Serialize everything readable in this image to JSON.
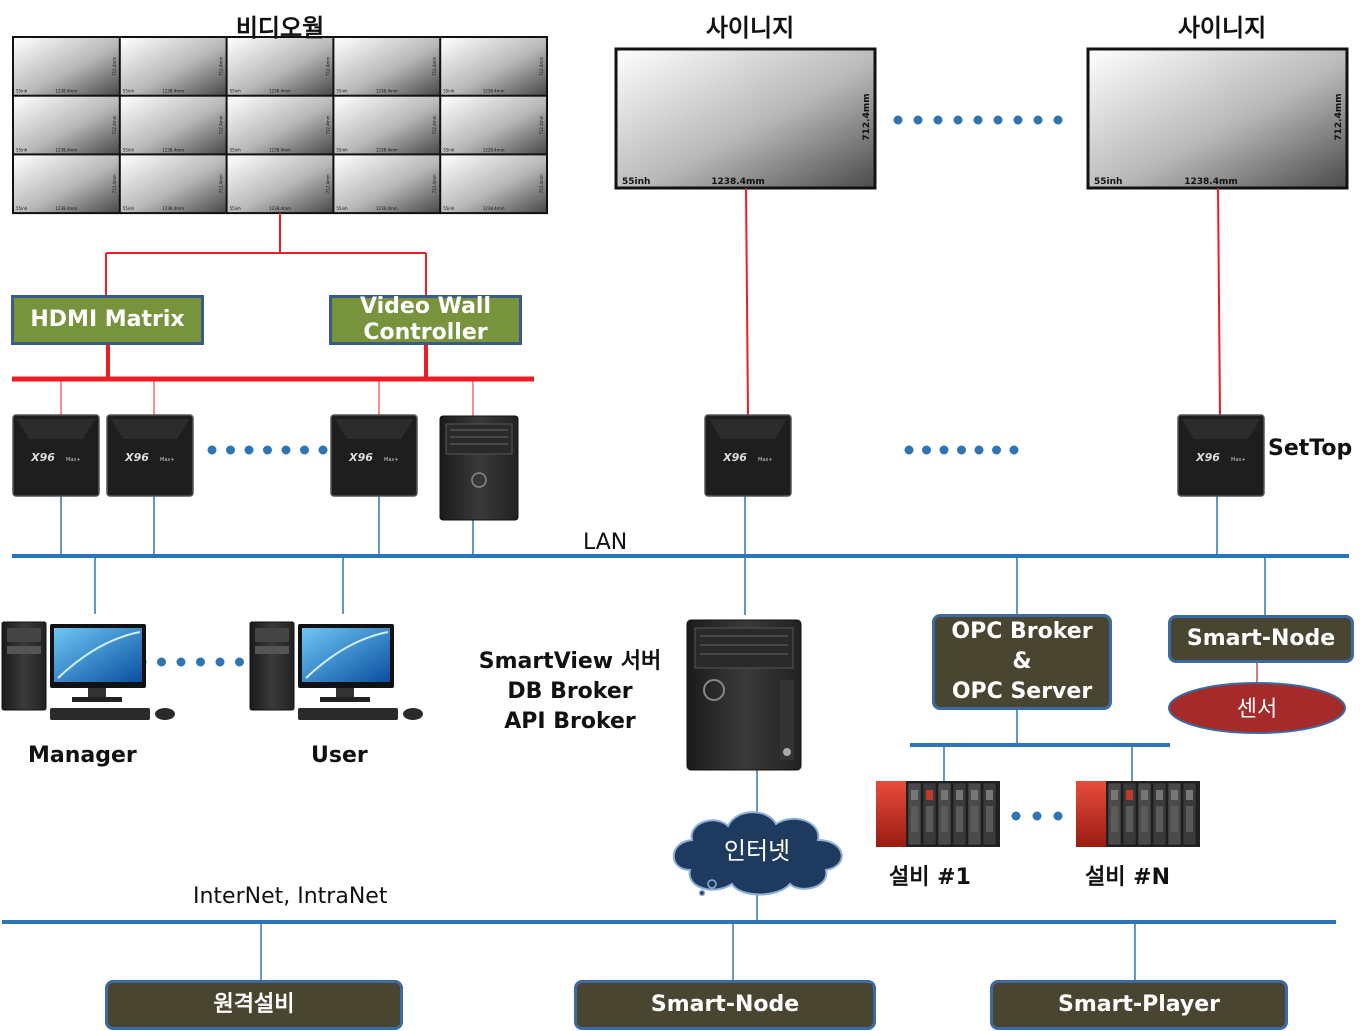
{
  "titles": {
    "video_wall": "비디오월",
    "signage_1": "사이니지",
    "signage_2": "사이니지"
  },
  "screen_labels": {
    "size": "55inh",
    "width": "1238.4mm",
    "height": "712.4mm"
  },
  "boxes": {
    "hdmi_matrix": "HDMI Matrix",
    "video_wall_controller_1": "Video Wall",
    "video_wall_controller_2": "Controller",
    "opc_1": "OPC Broker",
    "opc_2": "&",
    "opc_3": "OPC Server",
    "smart_node_right": "Smart-Node",
    "sensor": "센서",
    "remote_equipment": "원격설비",
    "smart_node_bottom": "Smart-Node",
    "smart_player": "Smart-Player"
  },
  "settop_brand": "X96",
  "settop_model": "Max+",
  "labels": {
    "settop": "SetTop",
    "lan": "LAN",
    "manager": "Manager",
    "user": "User",
    "server_1": "SmartView 서버",
    "server_2": "DB Broker",
    "server_3": "API Broker",
    "internet_cloud": "인터넷",
    "equipment_1": "설비 #1",
    "equipment_n": "설비 #N",
    "internet_line": "InterNet, IntraNet"
  },
  "colors": {
    "red_line": "#ee1c24",
    "blue_line": "#2e75b6",
    "green_box": "#77933c",
    "brown_box": "#4a4530",
    "box_border": "#3b6aa4",
    "sensor": "#a52a2a",
    "cloud": "#1f3a5f"
  }
}
